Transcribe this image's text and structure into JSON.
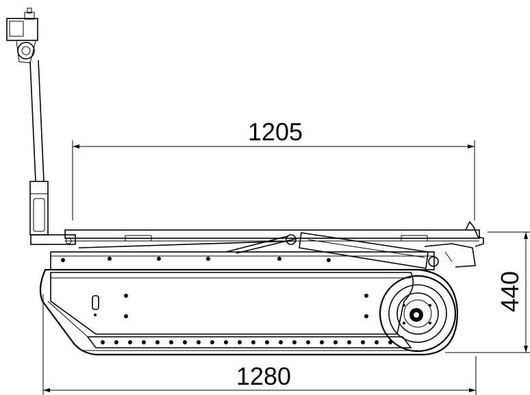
{
  "dimensions": {
    "platform_length": "1205",
    "overall_length": "1280",
    "overall_height": "440"
  }
}
